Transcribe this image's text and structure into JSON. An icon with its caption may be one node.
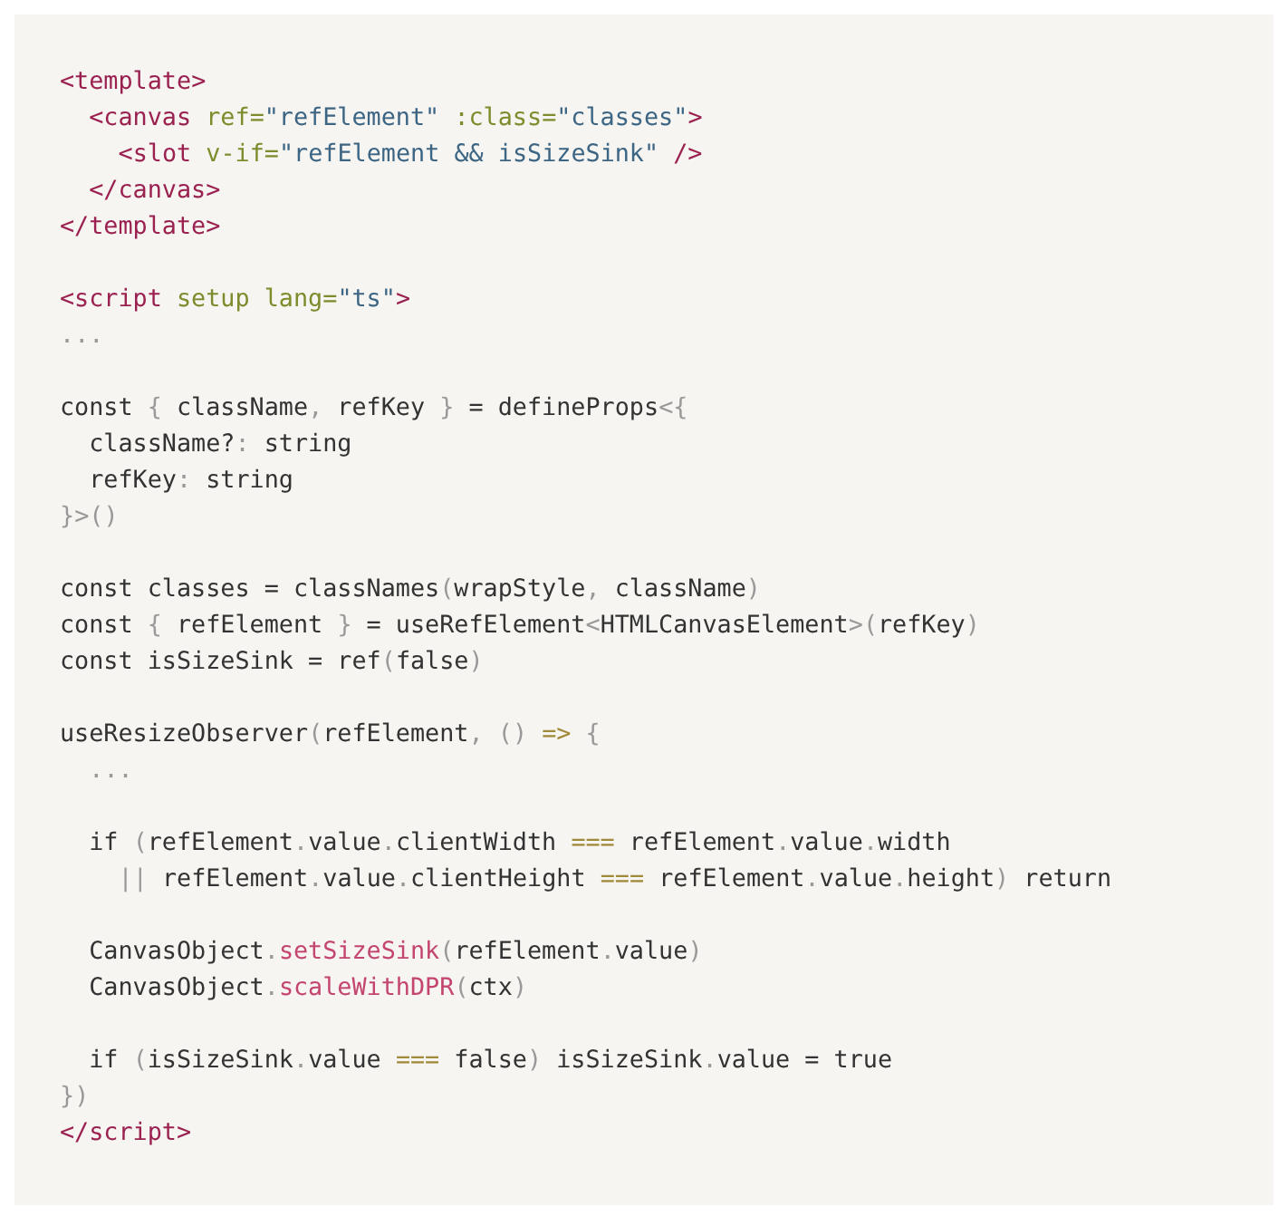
{
  "diagram": {
    "labels": [
      "<template>",
      "<canvas ref=\"refElement\" :class=\"classes\">",
      "<slot v-if=\"refElement && isSizeSink\" />",
      "</canvas>",
      "</template>",
      "<script setup lang=\"ts\">",
      "...",
      "const { className, refKey } = defineProps<{",
      "className?: string",
      "refKey: string",
      "}>()",
      "const classes = classNames(wrapStyle, className)",
      "const { refElement } = useRefElement<HTMLCanvasElement>(refKey)",
      "const isSizeSink = ref(false)",
      "useResizeObserver(refElement, () => {",
      "...",
      "if (refElement.value.clientWidth === refElement.value.width",
      "|| refElement.value.clientHeight === refElement.value.height) return",
      "CanvasObject.setSizeSink(refElement.value)",
      "CanvasObject.scaleWithDPR(ctx)",
      "if (isSizeSink.value === false) isSizeSink.value = true",
      "})",
      "</script>"
    ]
  }
}
